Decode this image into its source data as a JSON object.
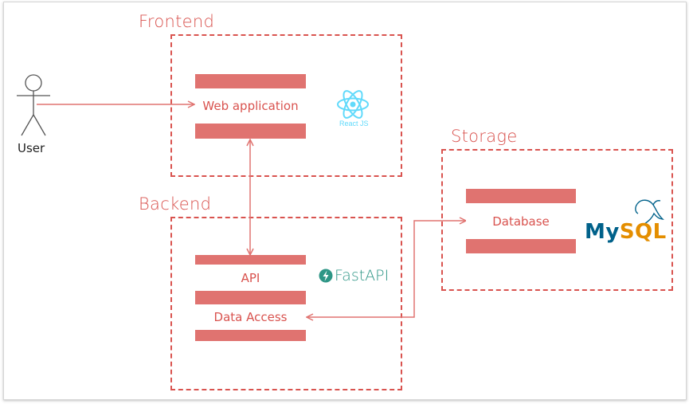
{
  "groups": {
    "frontend": {
      "title": "Frontend"
    },
    "backend": {
      "title": "Backend"
    },
    "storage": {
      "title": "Storage"
    }
  },
  "actor": {
    "label": "User"
  },
  "components": {
    "web_app": {
      "label": "Web application"
    },
    "api": {
      "label": "API"
    },
    "data_access": {
      "label": "Data Access"
    },
    "database": {
      "label": "Database"
    }
  },
  "logos": {
    "react": {
      "text": "React JS",
      "icon": "react-atom-icon"
    },
    "fastapi": {
      "text": "FastAPI",
      "icon": "fastapi-bolt-icon"
    },
    "mysql": {
      "text_a": "My",
      "text_b": "SQL",
      "icon": "mysql-dolphin-icon"
    }
  },
  "colors": {
    "accent": "#d9534f",
    "block_fill": "#e07370",
    "react": "#61dafb",
    "fastapi": "#2e9686",
    "mysql_blue": "#00618a",
    "mysql_orange": "#e48e00"
  }
}
